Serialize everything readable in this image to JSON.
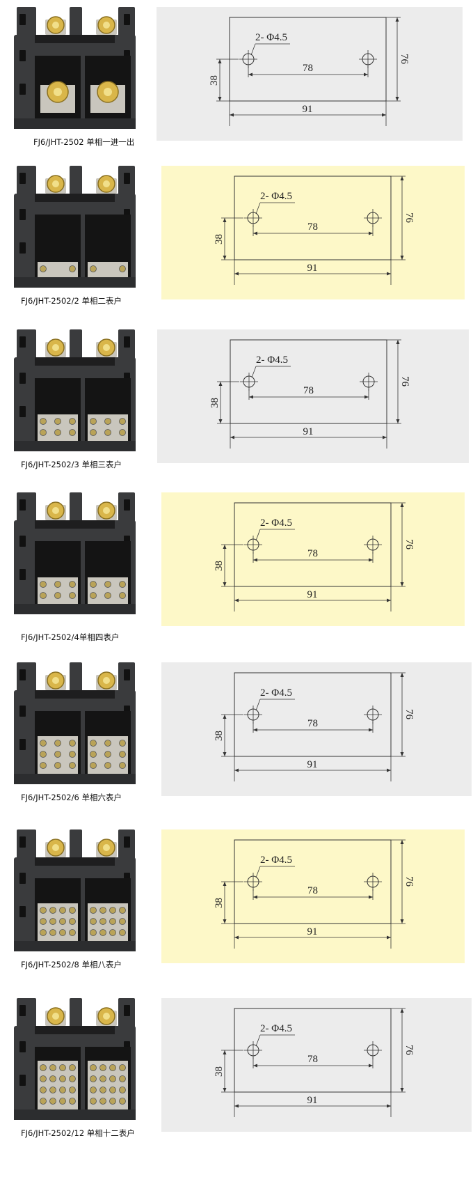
{
  "colors": {
    "panel_gray": "#ececec",
    "panel_yellow": "#fdf8c8",
    "housing": "#3a3b3d",
    "metal": "#c9c6bd",
    "brass": "#d9b64a",
    "line": "#333333"
  },
  "drawing": {
    "hole_label": "2- Φ4.5",
    "hole_spacing": "78",
    "width_label": "91",
    "height_label": "76",
    "vertical_label": "38"
  },
  "items": [
    {
      "caption": "FJ6/JHT-2502 单相一进一出",
      "variant": "single",
      "outlets": 1,
      "panel": "gray"
    },
    {
      "caption": "FJ6/JHT-2502/2 单相二表户",
      "variant": "block",
      "outlets": 2,
      "panel": "yellow"
    },
    {
      "caption": "FJ6/JHT-2502/3 单相三表户",
      "variant": "block",
      "outlets": 3,
      "panel": "gray"
    },
    {
      "caption": "FJ6/JHT-2502/4单相四表户",
      "variant": "block",
      "outlets": 4,
      "panel": "yellow"
    },
    {
      "caption": "FJ6/JHT-2502/6 单相六表户",
      "variant": "block",
      "outlets": 6,
      "panel": "gray"
    },
    {
      "caption": "FJ6/JHT-2502/8 单相八表户",
      "variant": "block",
      "outlets": 8,
      "panel": "yellow"
    },
    {
      "caption": "FJ6/JHT-2502/12 单相十二表户",
      "variant": "block",
      "outlets": 12,
      "panel": "gray"
    }
  ]
}
